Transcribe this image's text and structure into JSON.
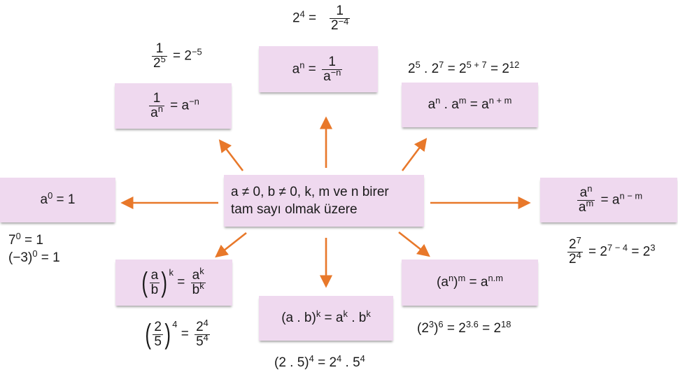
{
  "center": {
    "line1": "a ≠ 0, b ≠ 0, k, m ve n birer",
    "line2": "tam sayı olmak üzere"
  },
  "rules": {
    "zero_power": {
      "base": "a",
      "exp": "0",
      "rest": " = 1"
    },
    "negative_power": {
      "num": "1",
      "den_base": "a",
      "den_exp": "n",
      "eq": " = a",
      "exp": "−n"
    },
    "reciprocal": {
      "lhs_base": "a",
      "lhs_exp": "n",
      "eq": " = ",
      "num": "1",
      "den_base": "a",
      "den_exp": "−n"
    },
    "product": {
      "b1": "a",
      "e1": "n",
      "dot": " . a",
      "e2": "m",
      "eq": " = a",
      "e3": "n + m"
    },
    "quotient": {
      "num_base": "a",
      "num_exp": "n",
      "den_base": "a",
      "den_exp": "m",
      "eq": " = a",
      "exp": "n − m"
    },
    "power_of_power": {
      "open": "(a",
      "inner_exp": "n",
      "close": ")",
      "outer_exp": "m",
      "eq": " = a",
      "exp": "n.m"
    },
    "product_power": {
      "base": "(a . b)",
      "exp": "k",
      "eq": " = a",
      "e1": "k",
      "dot": " . b",
      "e2": "k"
    },
    "fraction_power": {
      "num": "a",
      "den": "b",
      "exp": "k",
      "rnum_base": "a",
      "rnum_exp": "k",
      "rden_base": "b",
      "rden_exp": "k"
    }
  },
  "examples": {
    "zero_a": {
      "base": "7",
      "exp": "0",
      "rest": " = 1"
    },
    "zero_b": {
      "base": "(−3)",
      "exp": "0",
      "rest": " = 1"
    },
    "negative": {
      "num": "1",
      "den_base": "2",
      "den_exp": "5",
      "eq": " = 2",
      "exp": "−5"
    },
    "reciprocal": {
      "base": "2",
      "exp": "4",
      "eq": " = ",
      "num": "1",
      "den_base": "2",
      "den_exp": "−4"
    },
    "product": {
      "b1": "2",
      "e1": "5",
      "dot": " . 2",
      "e2": "7",
      "eq": " = 2",
      "e3": "5 + 7",
      "eq2": " = 2",
      "e4": "12"
    },
    "quotient": {
      "num_base": "2",
      "num_exp": "7",
      "den_base": "2",
      "den_exp": "4",
      "eq": " = 2",
      "exp": "7 − 4",
      "eq2": " = 2",
      "e2": "3"
    },
    "power_of_power": {
      "open": "(2",
      "inner_exp": "3",
      "close": ")",
      "outer_exp": "6",
      "eq": " = 2",
      "exp": "3.6",
      "eq2": " = 2",
      "e2": "18"
    },
    "product_power": {
      "base": "(2 . 5)",
      "exp": "4",
      "eq": " = 2",
      "e1": "4",
      "dot": " . 5",
      "e2": "4"
    },
    "fraction_power": {
      "num": "2",
      "den": "5",
      "exp": "4",
      "rnum_base": "2",
      "rnum_exp": "4",
      "rden_base": "5",
      "rden_exp": "4"
    }
  },
  "colors": {
    "box": "#efd9ef",
    "arrow": "#e8782a"
  }
}
